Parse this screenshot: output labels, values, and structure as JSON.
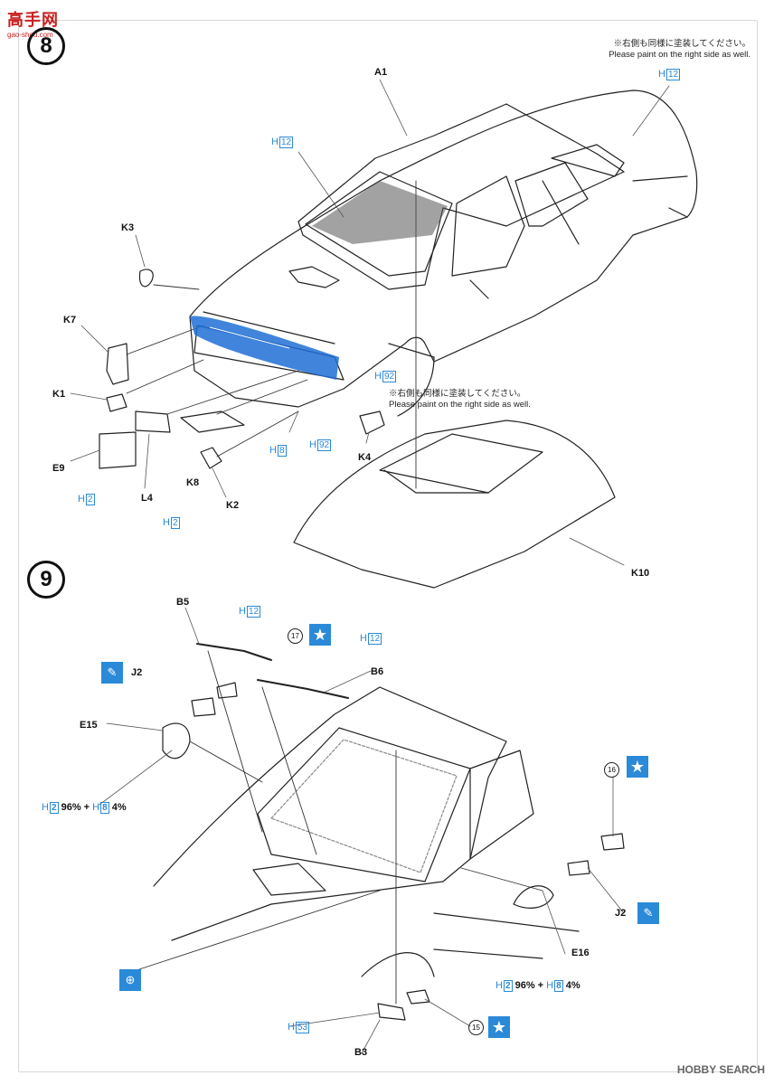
{
  "logo": {
    "text": "高手网",
    "subtitle": "gao-shou.com"
  },
  "footer": {
    "brand": "HOBBY SEARCH"
  },
  "step8": {
    "number": "8",
    "note_top": {
      "jp": "※右側も同様に塗装してください。",
      "en": "Please paint on the right side as well."
    },
    "note_mid": {
      "jp": "※右側も同様に塗装してください。",
      "en": "Please paint on the right side as well."
    },
    "labels": {
      "A1": "A1",
      "K3": "K3",
      "K7": "K7",
      "K1": "K1",
      "E9": "E9",
      "L4": "L4",
      "K8": "K8",
      "K2": "K2",
      "K4": "K4",
      "K10": "K10"
    },
    "paint": {
      "h12_top_prefix": "H",
      "h12_top_num": "12",
      "h12_left_prefix": "H",
      "h12_left_num": "12",
      "h92_a_prefix": "H",
      "h92_a_num": "92",
      "h92_b_prefix": "H",
      "h92_b_num": "92",
      "h8_prefix": "H",
      "h8_num": "8",
      "h2_a_prefix": "H",
      "h2_a_num": "2",
      "h2_b_prefix": "H",
      "h2_b_num": "2"
    }
  },
  "step9": {
    "number": "9",
    "labels": {
      "B5": "B5",
      "J2a": "J2",
      "B6": "B6",
      "E15": "E15",
      "J2b": "J2",
      "E16": "E16",
      "B3": "B3"
    },
    "circled": {
      "c17": "17",
      "c16": "16",
      "c15": "15"
    },
    "paint": {
      "h12_a_prefix": "H",
      "h12_a_num": "12",
      "h12_b_prefix": "H",
      "h12_b_num": "12",
      "mix_left_h2": "2",
      "mix_left_p1": "96%",
      "mix_left_plus": "+",
      "mix_left_h8": "8",
      "mix_left_p2": "4%",
      "mix_right_h2": "2",
      "mix_right_p1": "96%",
      "mix_right_plus": "+",
      "mix_right_h8": "8",
      "mix_right_p2": "4%",
      "h53_prefix": "H",
      "h53_num": "53",
      "h_letter": "H"
    },
    "icons": {
      "star": "★",
      "glue": "✎",
      "pin": "⊕"
    }
  },
  "colors": {
    "accent": "#2a8ad8",
    "highlight": "#1f6fd6",
    "logo": "#c8211f"
  }
}
